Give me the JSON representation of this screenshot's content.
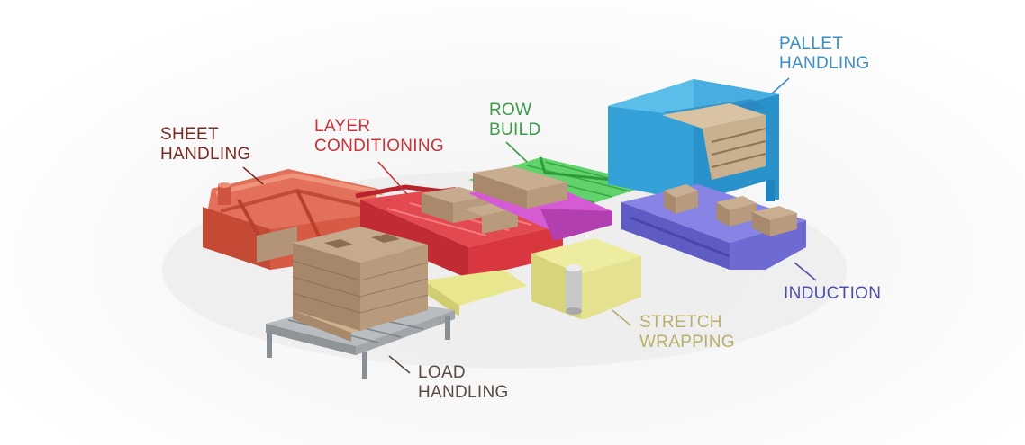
{
  "labels": {
    "sheet_handling": {
      "line1": "SHEET",
      "line2": "HANDLING",
      "color": "#7a2a22"
    },
    "layer_conditioning": {
      "line1": "LAYER",
      "line2": "CONDITIONING",
      "color": "#c8343a"
    },
    "row_build": {
      "line1": "ROW",
      "line2": "BUILD",
      "color": "#3d9a4a"
    },
    "pallet_handling": {
      "line1": "PALLET",
      "line2": "HANDLING",
      "color": "#3a8fc4"
    },
    "induction": {
      "line1": "INDUCTION",
      "color": "#4e4ea8"
    },
    "stretch_wrapping": {
      "line1": "STRETCH",
      "line2": "WRAPPING",
      "color": "#b8b06a"
    },
    "load_handling": {
      "line1": "LOAD",
      "line2": "HANDLING",
      "color": "#5a4a42"
    }
  },
  "colors": {
    "sheet_module": "#e06a52",
    "layer_module": "#d4343c",
    "row_module": "#5fcf6a",
    "pallet_module": "#3ba7df",
    "induction_module": "#7b78e0",
    "stretch_module": "#e6e48e",
    "load_module": "#a5a9ad",
    "transfer_module": "#d65bd6",
    "carton": "#b89a7c"
  }
}
